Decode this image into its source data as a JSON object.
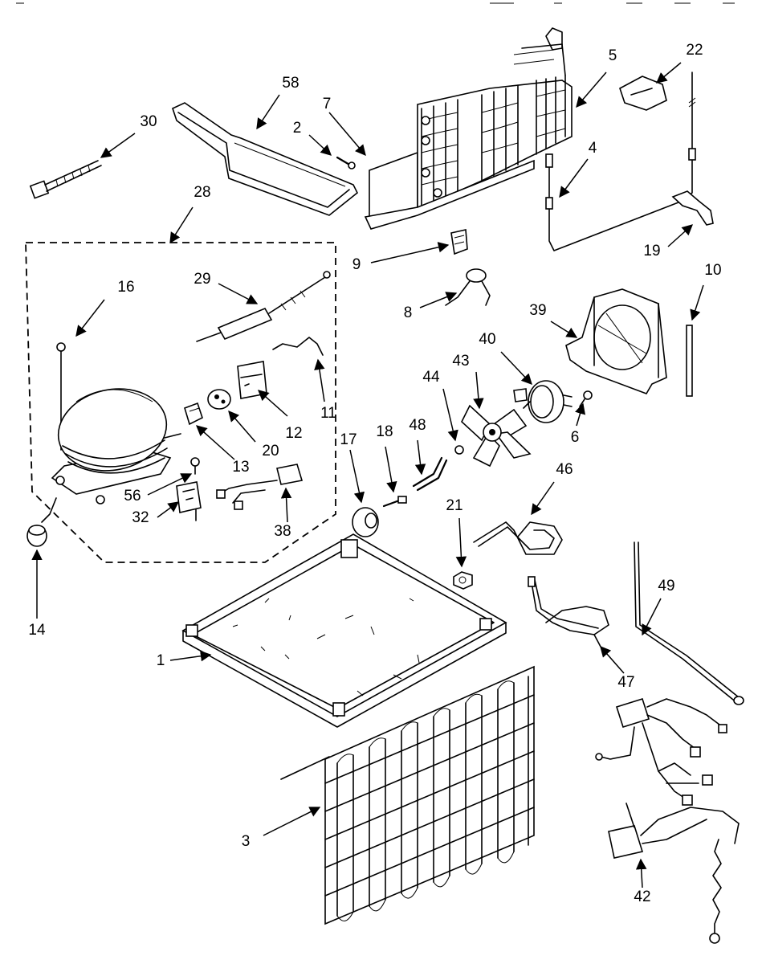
{
  "diagram": {
    "part_labels": [
      "58",
      "7",
      "2",
      "5",
      "22",
      "30",
      "28",
      "4",
      "9",
      "19",
      "16",
      "29",
      "8",
      "39",
      "10",
      "40",
      "11",
      "44",
      "43",
      "12",
      "20",
      "13",
      "6",
      "17",
      "18",
      "48",
      "46",
      "56",
      "38",
      "32",
      "21",
      "14",
      "49",
      "1",
      "47",
      "3",
      "42"
    ]
  }
}
